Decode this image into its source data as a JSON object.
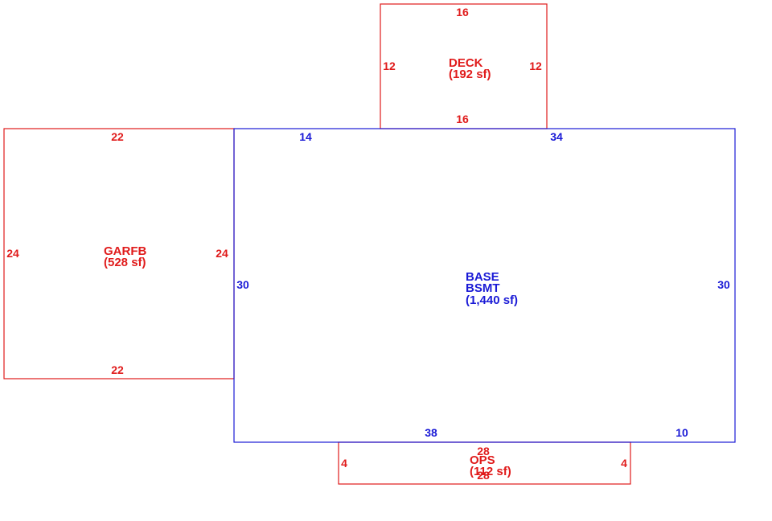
{
  "colors": {
    "red": "#e01b1b",
    "blue": "#1a1ad6"
  },
  "deck": {
    "name": "DECK",
    "area": "(192 sf)",
    "dim_top": "16",
    "dim_bottom": "16",
    "dim_left": "12",
    "dim_right": "12"
  },
  "garage": {
    "name": "GARFB",
    "area": "(528 sf)",
    "dim_top": "22",
    "dim_bottom": "22",
    "dim_left": "24",
    "dim_right": "24"
  },
  "base": {
    "name": "BASE",
    "name2": "BSMT",
    "area": "(1,440 sf)",
    "dim_top_left": "14",
    "dim_top_right": "34",
    "dim_left": "30",
    "dim_right": "30",
    "dim_bottom_left": "38",
    "dim_bottom_right": "10"
  },
  "ops": {
    "name": "OPS",
    "area": "(112 sf)",
    "dim_top": "28",
    "dim_bottom": "28",
    "dim_left": "4",
    "dim_right": "4"
  }
}
